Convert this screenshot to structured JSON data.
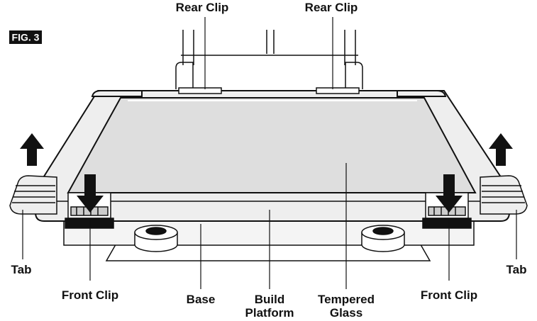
{
  "figure": {
    "badge": "FIG. 3",
    "colors": {
      "ink": "#111111",
      "glass": "#dedede",
      "frame": "#eeeeee",
      "badge": "#111111"
    }
  },
  "labels": {
    "rear_clip_left": "Rear Clip",
    "rear_clip_right": "Rear Clip",
    "tab_left": "Tab",
    "tab_right": "Tab",
    "front_clip_left": "Front Clip",
    "front_clip_right": "Front Clip",
    "base": "Base",
    "build_platform": [
      "Build",
      "Platform"
    ],
    "tempered_glass": [
      "Tempered",
      "Glass"
    ]
  },
  "icons": {
    "tab_up_arrow_left": "up-arrow-icon",
    "tab_up_arrow_right": "up-arrow-icon",
    "clip_down_arrow_left": "down-arrow-icon",
    "clip_down_arrow_right": "down-arrow-icon"
  }
}
